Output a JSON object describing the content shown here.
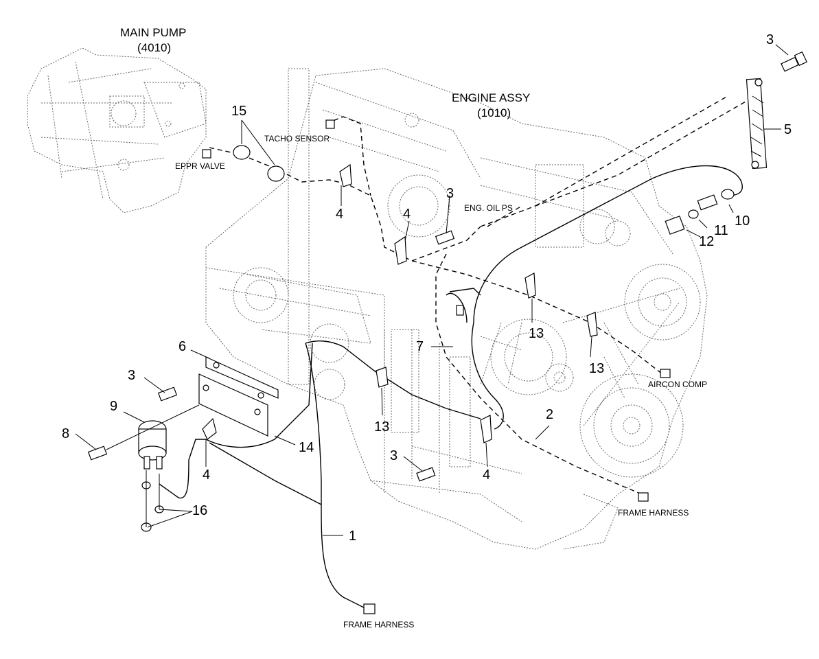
{
  "titles": {
    "main_pump": "MAIN PUMP",
    "main_pump_code": "(4010)",
    "engine_assy": "ENGINE ASSY",
    "engine_assy_code": "(1010)"
  },
  "labels": {
    "tacho_sensor": "TACHO SENSOR",
    "eppr_valve": "EPPR VALVE",
    "eng_oil_ps": "ENG. OIL PS",
    "aircon_comp": "AIRCON COMP",
    "frame_harness_right": "FRAME HARNESS",
    "frame_harness_bottom": "FRAME HARNESS"
  },
  "callouts": {
    "c3_top": "3",
    "c5": "5",
    "c15": "15",
    "c4_a": "4",
    "c4_b": "4",
    "c3_mid": "3",
    "c10": "10",
    "c11": "11",
    "c12": "12",
    "c13_a": "13",
    "c13_b": "13",
    "c13_c": "13",
    "c7": "7",
    "c6": "6",
    "c3_left": "3",
    "c9": "9",
    "c8": "8",
    "c14": "14",
    "c4_c": "4",
    "c16": "16",
    "c2": "2",
    "c3_low": "3",
    "c4_d": "4",
    "c1": "1"
  }
}
